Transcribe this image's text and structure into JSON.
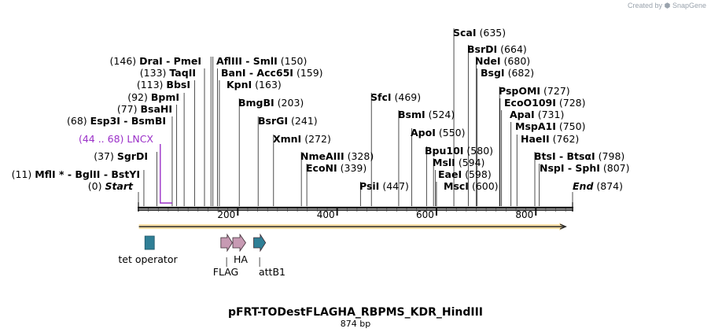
{
  "credit": {
    "text": "Created by",
    "brand": "SnapGene"
  },
  "title": "pFRT-TODestFLAGHA_RBPMS_KDR_HindIII",
  "subtitle": "874 bp",
  "length": 874,
  "axis": {
    "ticks": [
      200,
      400,
      600,
      800
    ]
  },
  "sites": [
    {
      "name": "Start",
      "italic": true,
      "label": "Start",
      "pos_text": "(0)",
      "pos": 0
    },
    {
      "name": "MflI",
      "label": "MflI * - BglII - BstYI",
      "pos_text": "(11)",
      "pos": 11
    },
    {
      "name": "SgrDI",
      "label": "SgrDI",
      "pos_text": "(37)",
      "pos": 37
    },
    {
      "name": "Esp3I",
      "label": "Esp3I - BsmBI",
      "pos_text": "(68)",
      "pos": 68
    },
    {
      "name": "BsaHI",
      "label": "BsaHI",
      "pos_text": "(77)",
      "pos": 77
    },
    {
      "name": "BpmI",
      "label": "BpmI",
      "pos_text": "(92)",
      "pos": 92
    },
    {
      "name": "BbsI",
      "label": "BbsI",
      "pos_text": "(113)",
      "pos": 113
    },
    {
      "name": "TaqII",
      "label": "TaqII",
      "pos_text": "(133)",
      "pos": 133
    },
    {
      "name": "DraI",
      "label": "DraI - PmeI",
      "pos_text": "(146)",
      "pos": 146
    },
    {
      "name": "AflIII",
      "label": "AflIII - SmlI",
      "pos_text": "(150)",
      "pos": 150
    },
    {
      "name": "BanI",
      "label": "BanI - Acc65I",
      "pos_text": "(159)",
      "pos": 159
    },
    {
      "name": "KpnI",
      "label": "KpnI",
      "pos_text": "(163)",
      "pos": 163
    },
    {
      "name": "BmgBI",
      "label": "BmgBI",
      "pos_text": "(203)",
      "pos": 203
    },
    {
      "name": "BsrGI",
      "label": "BsrGI",
      "pos_text": "(241)",
      "pos": 241
    },
    {
      "name": "XmnI",
      "label": "XmnI",
      "pos_text": "(272)",
      "pos": 272
    },
    {
      "name": "NmeAIII",
      "label": "NmeAIII",
      "pos_text": "(328)",
      "pos": 328
    },
    {
      "name": "EcoNI",
      "label": "EcoNI",
      "pos_text": "(339)",
      "pos": 339
    },
    {
      "name": "PsiI",
      "label": "PsiI",
      "pos_text": "(447)",
      "pos": 447
    },
    {
      "name": "SfcI",
      "label": "SfcI",
      "pos_text": "(469)",
      "pos": 469
    },
    {
      "name": "BsmI",
      "label": "BsmI",
      "pos_text": "(524)",
      "pos": 524
    },
    {
      "name": "ApoI",
      "label": "ApoI",
      "pos_text": "(550)",
      "pos": 550
    },
    {
      "name": "Bpu10I",
      "label": "Bpu10I",
      "pos_text": "(580)",
      "pos": 580
    },
    {
      "name": "MslI",
      "label": "MslI",
      "pos_text": "(594)",
      "pos": 594
    },
    {
      "name": "EaeI",
      "label": "EaeI",
      "pos_text": "(598)",
      "pos": 598
    },
    {
      "name": "MscI",
      "label": "MscI",
      "pos_text": "(600)",
      "pos": 600
    },
    {
      "name": "ScaI",
      "label": "ScaI",
      "pos_text": "(635)",
      "pos": 635
    },
    {
      "name": "BsrDI",
      "label": "BsrDI",
      "pos_text": "(664)",
      "pos": 664
    },
    {
      "name": "NdeI",
      "label": "NdeI",
      "pos_text": "(680)",
      "pos": 680
    },
    {
      "name": "BsgI",
      "label": "BsgI",
      "pos_text": "(682)",
      "pos": 682
    },
    {
      "name": "PspOMI",
      "label": "PspOMI",
      "pos_text": "(727)",
      "pos": 727
    },
    {
      "name": "EcoO109I",
      "label": "EcoO109I",
      "pos_text": "(728)",
      "pos": 728
    },
    {
      "name": "ApaI",
      "label": "ApaI",
      "pos_text": "(731)",
      "pos": 731
    },
    {
      "name": "MspA1I",
      "label": "MspA1I",
      "pos_text": "(750)",
      "pos": 750
    },
    {
      "name": "HaeII",
      "label": "HaeII",
      "pos_text": "(762)",
      "pos": 762
    },
    {
      "name": "BtsI",
      "label": "BtsI - BtsαI",
      "pos_text": "(798)",
      "pos": 798
    },
    {
      "name": "NspI",
      "label": "NspI - SphI",
      "pos_text": "(807)",
      "pos": 807
    },
    {
      "name": "End",
      "italic": true,
      "label": "End",
      "pos_text": "(874)",
      "pos": 874
    }
  ],
  "primer": {
    "label": "LNCX",
    "range_text": "(44 .. 68)",
    "start": 44,
    "end": 68,
    "color": "#9b30c8"
  },
  "orf": {
    "start": 1,
    "end": 860,
    "color": "#e8a33a",
    "fill": "#fbe0a8"
  },
  "features": [
    {
      "name": "tet operator",
      "label": "tet operator",
      "start": 13,
      "end": 31,
      "shape": "box",
      "color": "#2f7f96"
    },
    {
      "name": "FLAG",
      "label": "FLAG",
      "start": 166,
      "end": 189,
      "shape": "arrow",
      "color": "#c79ab3"
    },
    {
      "name": "HA",
      "label": "HA",
      "start": 190,
      "end": 216,
      "shape": "arrow",
      "color": "#c79ab3"
    },
    {
      "name": "attB1",
      "label": "attB1",
      "start": 232,
      "end": 256,
      "shape": "arrow",
      "color": "#2f7f96"
    }
  ],
  "colors": {
    "backbone": "#111111",
    "primer": "#9b30c8",
    "accent": "#2f7f96"
  }
}
